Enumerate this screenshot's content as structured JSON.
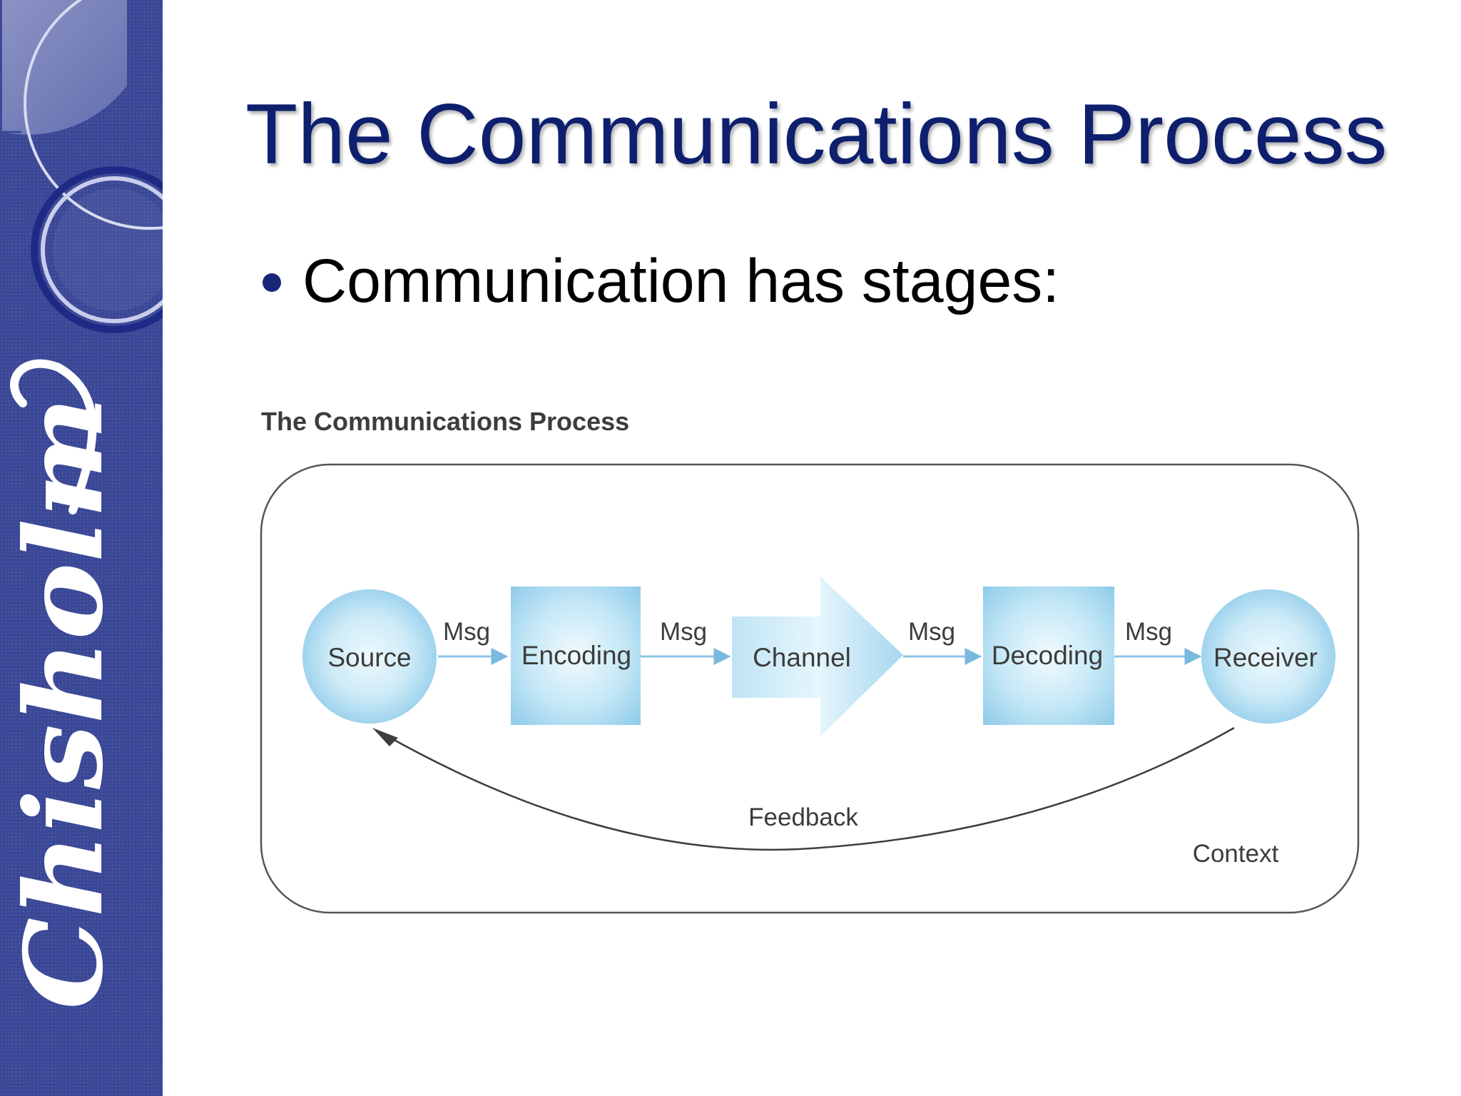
{
  "slide": {
    "title": "The Communications Process",
    "bullet": "Communication has stages:",
    "side_logo_text": "Chisholm",
    "colors": {
      "band": "#3a4796",
      "title": "#0e1f6e",
      "node_fill": "#b9e2f3",
      "node_light": "#e9f7fd",
      "arrow": "#8cc3e3"
    }
  },
  "diagram": {
    "heading": "The Communications Process",
    "nodes": [
      {
        "id": "source",
        "label": "Source",
        "shape": "circle"
      },
      {
        "id": "encoding",
        "label": "Encoding",
        "shape": "square"
      },
      {
        "id": "channel",
        "label": "Channel",
        "shape": "arrow"
      },
      {
        "id": "decoding",
        "label": "Decoding",
        "shape": "square"
      },
      {
        "id": "receiver",
        "label": "Receiver",
        "shape": "circle"
      }
    ],
    "edges": [
      {
        "from": "source",
        "to": "encoding",
        "label": "Msg"
      },
      {
        "from": "encoding",
        "to": "channel",
        "label": "Msg"
      },
      {
        "from": "channel",
        "to": "decoding",
        "label": "Msg"
      },
      {
        "from": "decoding",
        "to": "receiver",
        "label": "Msg"
      },
      {
        "from": "receiver",
        "to": "source",
        "label": "Feedback"
      }
    ],
    "context_label": "Context"
  }
}
